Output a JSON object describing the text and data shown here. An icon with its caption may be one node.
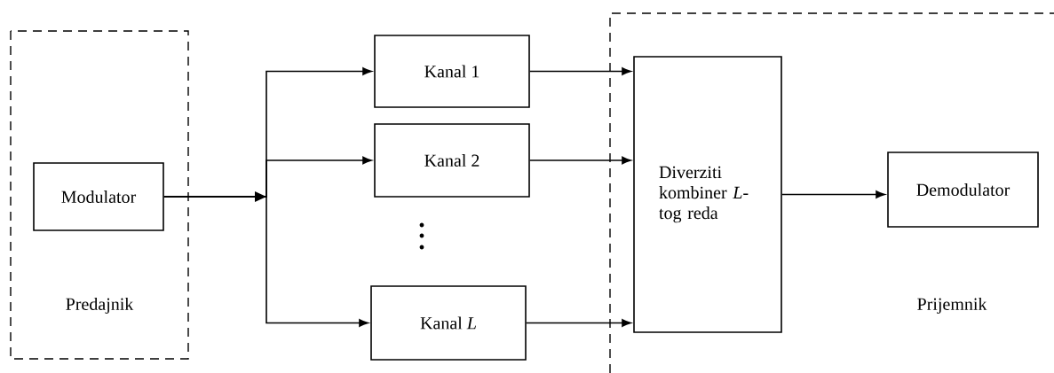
{
  "diagram": {
    "nodes": [
      {
        "text": [
          "Predajnik"
        ]
      },
      {
        "text": [
          "Modulator"
        ],
        "in": 0
      },
      {
        "text": [
          "Kanal 1"
        ]
      },
      {
        "text": [
          "Kanal 2"
        ]
      },
      {
        "text": [
          "Kanal *L*"
        ]
      },
      {
        "text": [
          "Prijemnik"
        ]
      },
      {
        "text": [
          "Diverziti kombiner *L*-tog reda"
        ],
        "in": 5
      },
      {
        "text": [
          "Demodulator"
        ],
        "in": 5
      }
    ],
    "edges": [
      {
        "from": 1,
        "to": 2,
        "arrow": "to"
      },
      {
        "from": 1,
        "to": 3,
        "arrow": "to"
      },
      {
        "from": 1,
        "to": 4,
        "arrow": "to"
      },
      {
        "from": 2,
        "to": 6,
        "arrow": "to"
      },
      {
        "from": 3,
        "to": 6,
        "arrow": "to"
      },
      {
        "from": 4,
        "to": 6,
        "arrow": "to"
      },
      {
        "from": 6,
        "to": 7,
        "arrow": "to"
      }
    ]
  }
}
